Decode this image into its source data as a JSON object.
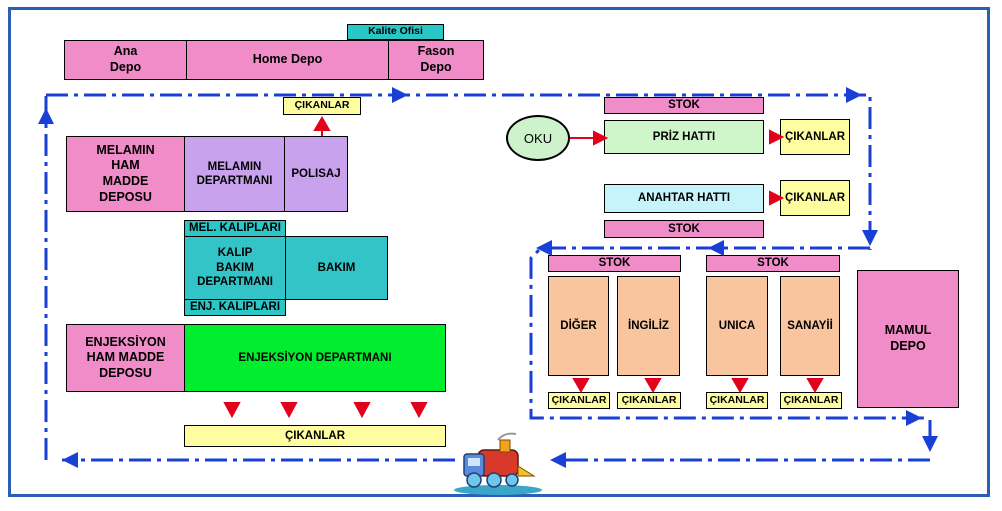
{
  "diagram": {
    "kalite_ofisi": "Kalite Ofisi",
    "ana_depo": "Ana\nDepo",
    "home_depo": "Home Depo",
    "fason_depo": "Fason\nDepo",
    "cikanlar": "ÇIKANLAR",
    "melamin_ham": "MELAMIN\nHAM\nMADDE\nDEPOSU",
    "melamin_dept": "MELAMIN\nDEPARTMANI",
    "polisaj": "POLISAJ",
    "mel_kaliplari": "MEL. KALIPLARI",
    "kalip_bakim": "KALIP\nBAKIM\nDEPARTMANI",
    "bakim": "BAKIM",
    "enj_kaliplari": "ENJ. KALIPLARI",
    "enjeksiyon_ham": "ENJEKSİYON\nHAM MADDE\nDEPOSU",
    "enjeksiyon_dept": "ENJEKSİYON DEPARTMANI",
    "oku": "OKU",
    "stok": "STOK",
    "priz_hatti": "PRİZ HATTI",
    "anahtar_hatti": "ANAHTAR HATTI",
    "diger": "DİĞER",
    "ingiliz": "İNGİLİZ",
    "unica": "UNICA",
    "sanayii": "SANAYİİ",
    "mamul_depo": "MAMUL\nDEPO",
    "cikanlar_small": "ÇIKANLAR"
  },
  "colors": {
    "flow_line": "#1a3fd6",
    "arrow": "#e3001b",
    "frame": "#2b5fb6"
  },
  "icons": {
    "train": "toy-train-icon"
  }
}
